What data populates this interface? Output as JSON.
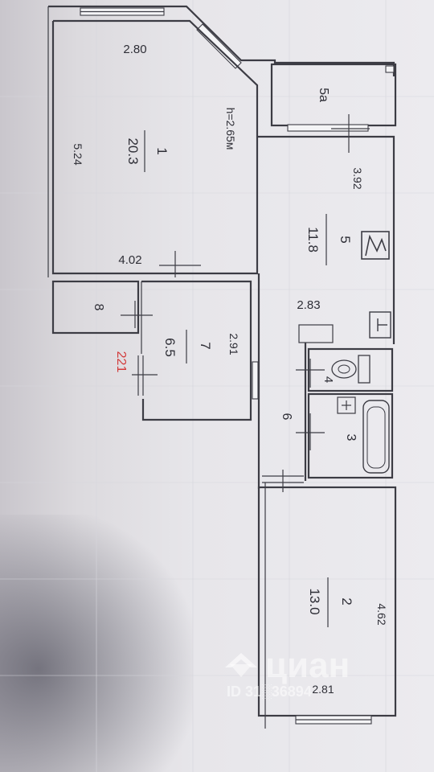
{
  "plan": {
    "room1": {
      "number": "1",
      "area": "20.3",
      "dim_top": "2.80",
      "dim_left": "5.24",
      "dim_bottom": "4.02",
      "height": "h=2.65м"
    },
    "room5a": {
      "number": "5а"
    },
    "room5": {
      "number": "5",
      "area": "11.8",
      "dim_top": "3.92",
      "dim_mid": "2.83"
    },
    "room8": {
      "number": "8"
    },
    "room7": {
      "number": "7",
      "area": "6.5",
      "dim": "2.91"
    },
    "room4": {
      "number": "4"
    },
    "room3": {
      "number": "3"
    },
    "room6": {
      "number": "6"
    },
    "room2": {
      "number": "2",
      "area": "13.0",
      "dim_top": "4.62",
      "dim_bottom": "2.81"
    },
    "stamp": "221"
  },
  "watermark": {
    "brand": "циан",
    "id": "ID 31░36894"
  },
  "colors": {
    "ink": "#3c3c44",
    "stamp": "#d23a3a"
  },
  "icons": [
    "stove-icon",
    "sink-icon",
    "toilet-icon",
    "bathtub-icon",
    "cian-logo-icon"
  ]
}
